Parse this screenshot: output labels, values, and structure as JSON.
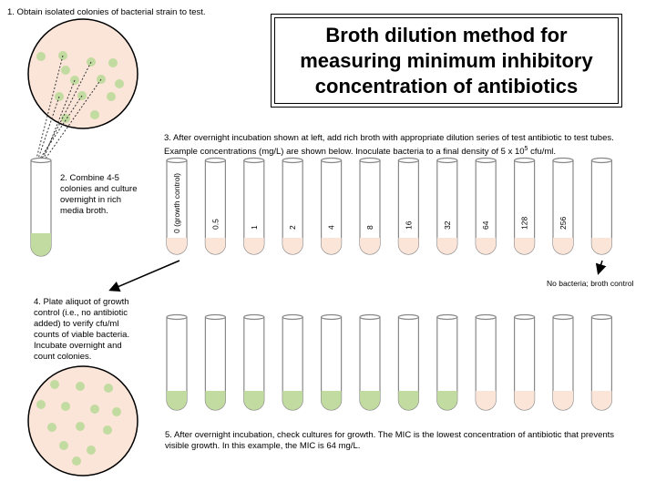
{
  "title": "Broth dilution method for measuring minimum inhibitory concentration of antibiotics",
  "steps": {
    "step1": "1. Obtain isolated colonies of bacterial strain to test.",
    "step2": "2. Combine 4-5 colonies and culture overnight in rich media broth.",
    "step3_pre": "3. After overnight incubation shown at left, add rich broth with appropriate dilution series of test antibiotic to test tubes.  Example concentrations (mg/L) are shown below.  Inoculate bacteria to a final density of 5 x 10",
    "step3_sup": "5",
    "step3_post": " cfu/ml.",
    "step4": "4. Plate aliquot of growth control (i.e., no antibiotic added) to verify cfu/ml counts of viable bacteria. Incubate overnight and count colonies.",
    "step5": "5. After overnight incubation, check cultures for growth.  The MIC is the lowest concentration of antibiotic that prevents visible growth. In this example, the MIC is 64 mg/L."
  },
  "broth_control_note": "No bacteria; broth control",
  "concentrations": [
    "0 (growth control)",
    "0.5",
    "1",
    "2",
    "4",
    "8",
    "16",
    "32",
    "64",
    "128",
    "256",
    ""
  ],
  "growth_results": [
    true,
    true,
    true,
    true,
    true,
    true,
    true,
    true,
    false,
    false,
    false,
    false
  ],
  "colors": {
    "colony": "#c2dba0",
    "plate": "#fbe5d9",
    "broth": "#fbe5d9",
    "growth": "#c2dba0",
    "tube_outline": "#888888"
  }
}
